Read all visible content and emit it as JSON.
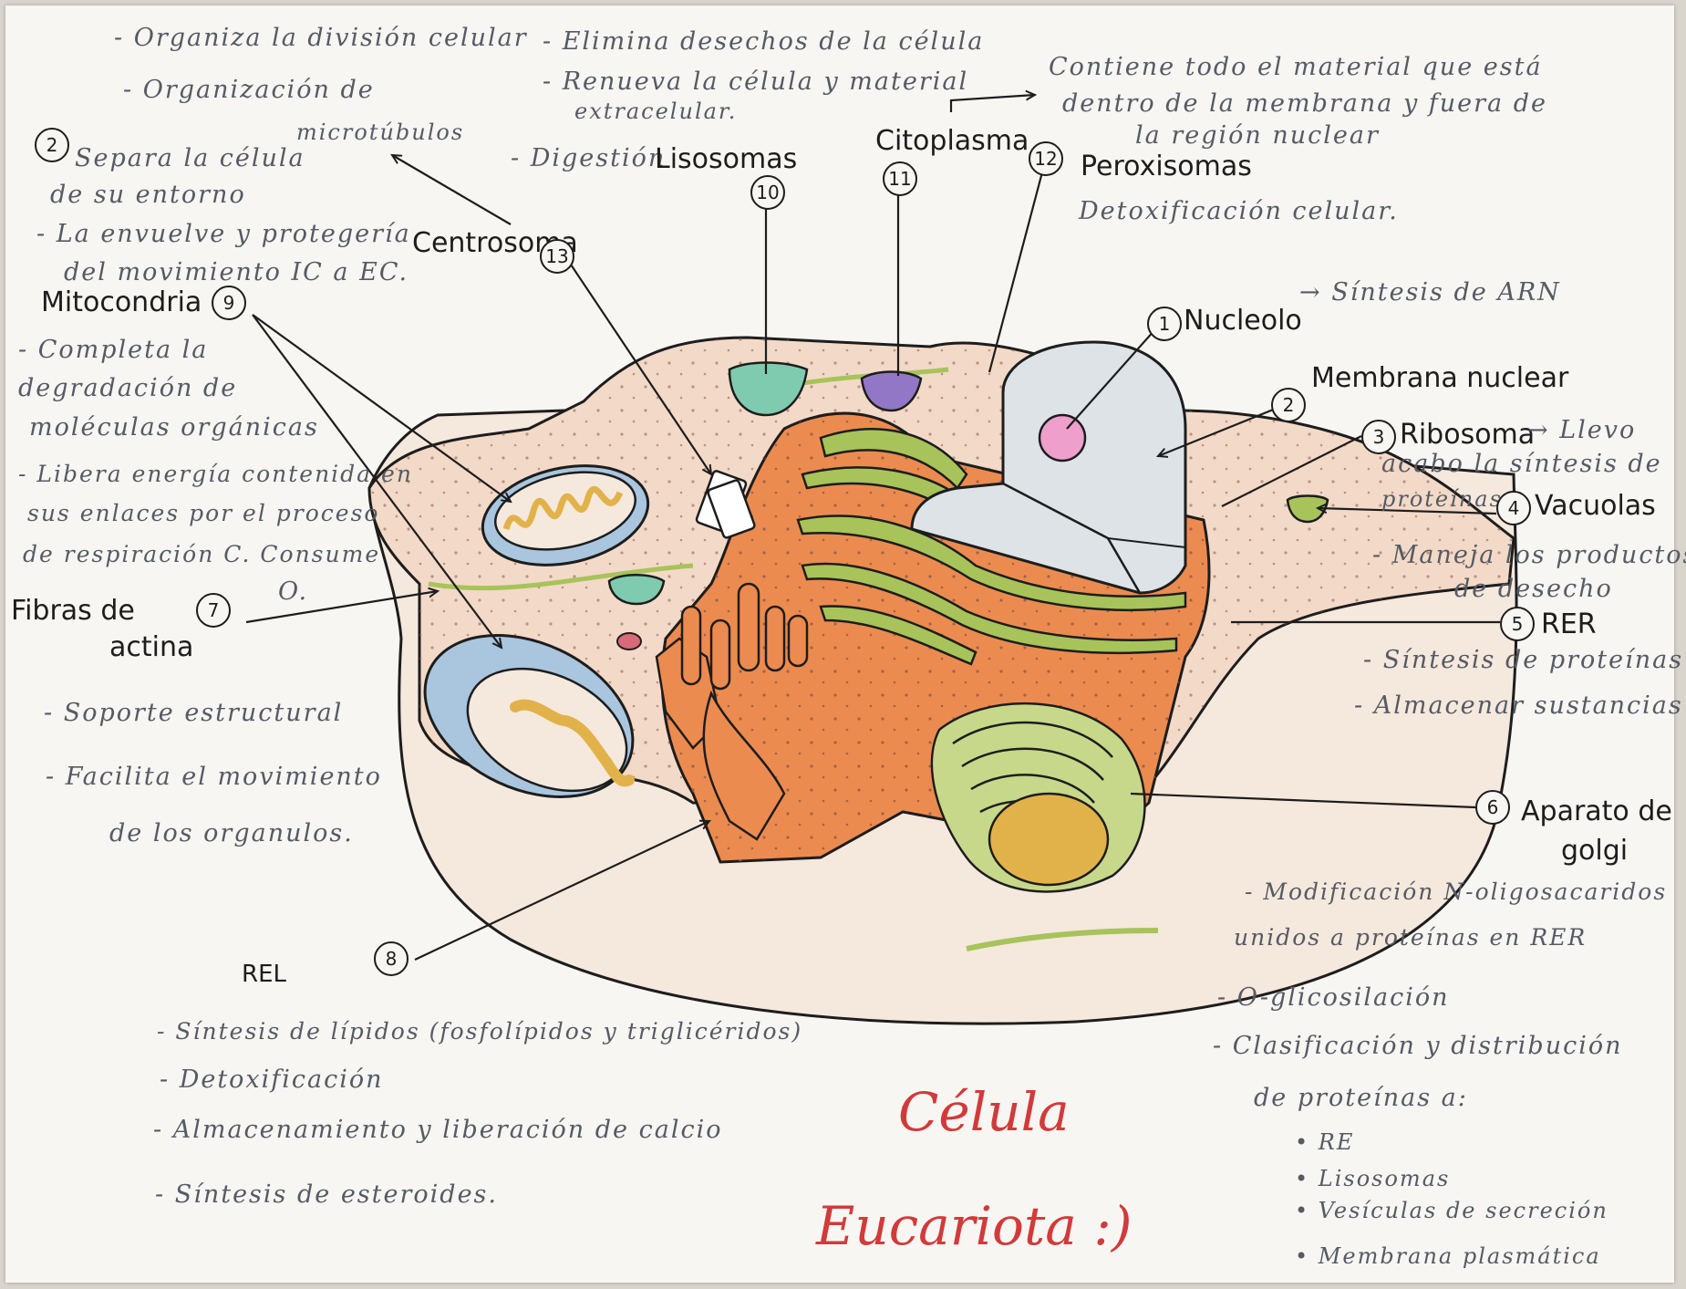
{
  "notes_top": {
    "centrosoma_1": "- Organiza la división celular",
    "centrosoma_2": "- Organización de",
    "centrosoma_3": "microtúbulos",
    "lisosomas_1": "- Elimina desechos de la célula",
    "lisosomas_2": "- Renueva la célula y material",
    "lisosomas_3": "extracelular.",
    "lisosomas_4": "- Digestión",
    "citoplasma_1": "Contiene todo el material que está",
    "citoplasma_2": "dentro de la membrana y fuera de",
    "citoplasma_3": "la región nuclear"
  },
  "labels": {
    "membrana_2": {
      "num": "2",
      "lines": [
        "Separa la célula",
        "de su entorno",
        "- La envuelve y protegería",
        "del movimiento IC a EC."
      ]
    },
    "centrosoma": {
      "num": "13",
      "title": "Centrosoma"
    },
    "lisosomas": {
      "num": "10",
      "title": "Lisosomas"
    },
    "citoplasma": {
      "num": "11",
      "title": "Citoplasma"
    },
    "peroxisomas": {
      "num": "12",
      "title": "Peroxisomas",
      "desc": "Detoxificación celular."
    },
    "mitocondria": {
      "num": "9",
      "title": "Mitocondria",
      "lines": [
        "- Completa la",
        "degradación de",
        "moléculas orgánicas",
        "- Libera energía contenida en",
        "sus enlaces por el proceso",
        "de respiración C. Consume",
        "O."
      ]
    },
    "nucleolo": {
      "num": "1",
      "title": "Nucleolo",
      "desc": "→ Síntesis de ARN"
    },
    "membrana_nuclear": {
      "num": "2",
      "title": "Membrana nuclear"
    },
    "ribosoma": {
      "num": "3",
      "title": "Ribosoma",
      "desc": "→ Llevo",
      "lines": [
        "acabo la síntesis de",
        "proteínas"
      ]
    },
    "vacuolas": {
      "num": "4",
      "title": "Vacuolas",
      "lines": [
        "- Maneja los productos",
        "de desecho"
      ]
    },
    "rer": {
      "num": "5",
      "title": "RER",
      "lines": [
        "- Síntesis de proteínas",
        "- Almacenar sustancias"
      ]
    },
    "fibras": {
      "num": "7",
      "title_1": "Fibras de",
      "title_2": "actina",
      "lines": [
        "- Soporte estructural",
        "- Facilita el movimiento",
        "de los organulos."
      ]
    },
    "golgi": {
      "num": "6",
      "title_1": "Aparato de",
      "title_2": "golgi",
      "lines": [
        "- Modificación N-oligosacaridos",
        "unidos a proteínas en RER",
        "- O-glicosilación",
        "- Clasificación y distribución",
        "de proteínas a:",
        "• RE",
        "• Lisosomas",
        "• Vesículas de secreción",
        "• Membrana plasmática"
      ]
    },
    "rel": {
      "num": "8",
      "title": "REL",
      "lines": [
        "- Síntesis de lípidos (fosfolípidos y triglicéridos)",
        "- Detoxificación",
        "- Almacenamiento y liberación de calcio",
        "- Síntesis de esteroides."
      ]
    }
  },
  "caption": {
    "line1": "Célula",
    "line2": "Eucariota :)"
  },
  "colors": {
    "cytoplasm": "#f3d9c7",
    "er_orange": "#ec8b4f",
    "er_green": "#a7c35a",
    "nucleus": "#dde3e6",
    "nucleolus": "#ee9fcb",
    "lysosome": "#7fcbb0",
    "purple": "#9277c6",
    "mito_blue": "#a9c6de",
    "mito_yellow": "#e2b24a",
    "red_text": "#d23a3a"
  }
}
